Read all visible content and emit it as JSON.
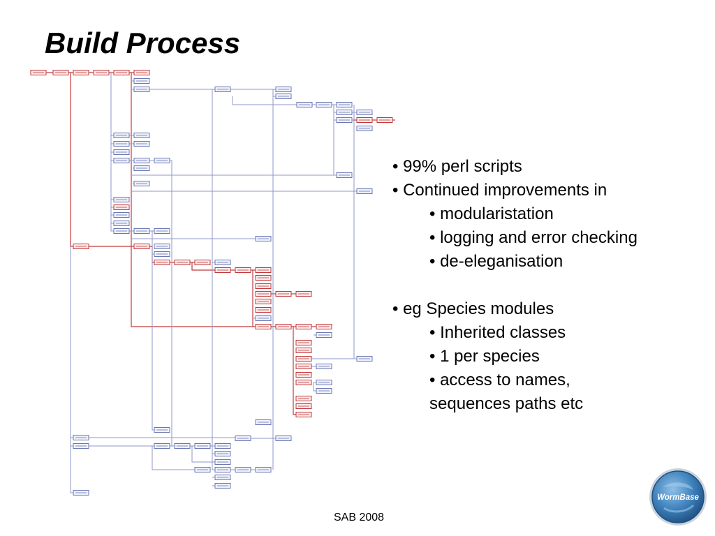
{
  "slide": {
    "title": "Build Process",
    "footer": "SAB 2008"
  },
  "bullets": [
    {
      "level": 1,
      "text": "• 99% perl scripts"
    },
    {
      "level": 1,
      "text": "• Continued improvements in"
    },
    {
      "level": 2,
      "text": "• modularistation"
    },
    {
      "level": 2,
      "text": "• logging and error checking"
    },
    {
      "level": 2,
      "text": "• de-eleganisation"
    },
    {
      "level": 0,
      "text": ""
    },
    {
      "level": 1,
      "text": "• eg Species modules"
    },
    {
      "level": 2,
      "text": "• Inherited classes"
    },
    {
      "level": 2,
      "text": "• 1 per species"
    },
    {
      "level": 2,
      "text": "• access to names,"
    },
    {
      "level": 2,
      "text": "sequences paths etc"
    }
  ],
  "logo": {
    "text": "WormBase"
  },
  "colors": {
    "red_node_border": "#c0393b",
    "red_node_fill": "#fbe9e9",
    "blue_node_border": "#6b78b4",
    "blue_node_fill": "#eef0fa",
    "red_edge": "#c0393b",
    "blue_edge": "#8f97c8",
    "logo_blue": "#2f6fa7"
  }
}
